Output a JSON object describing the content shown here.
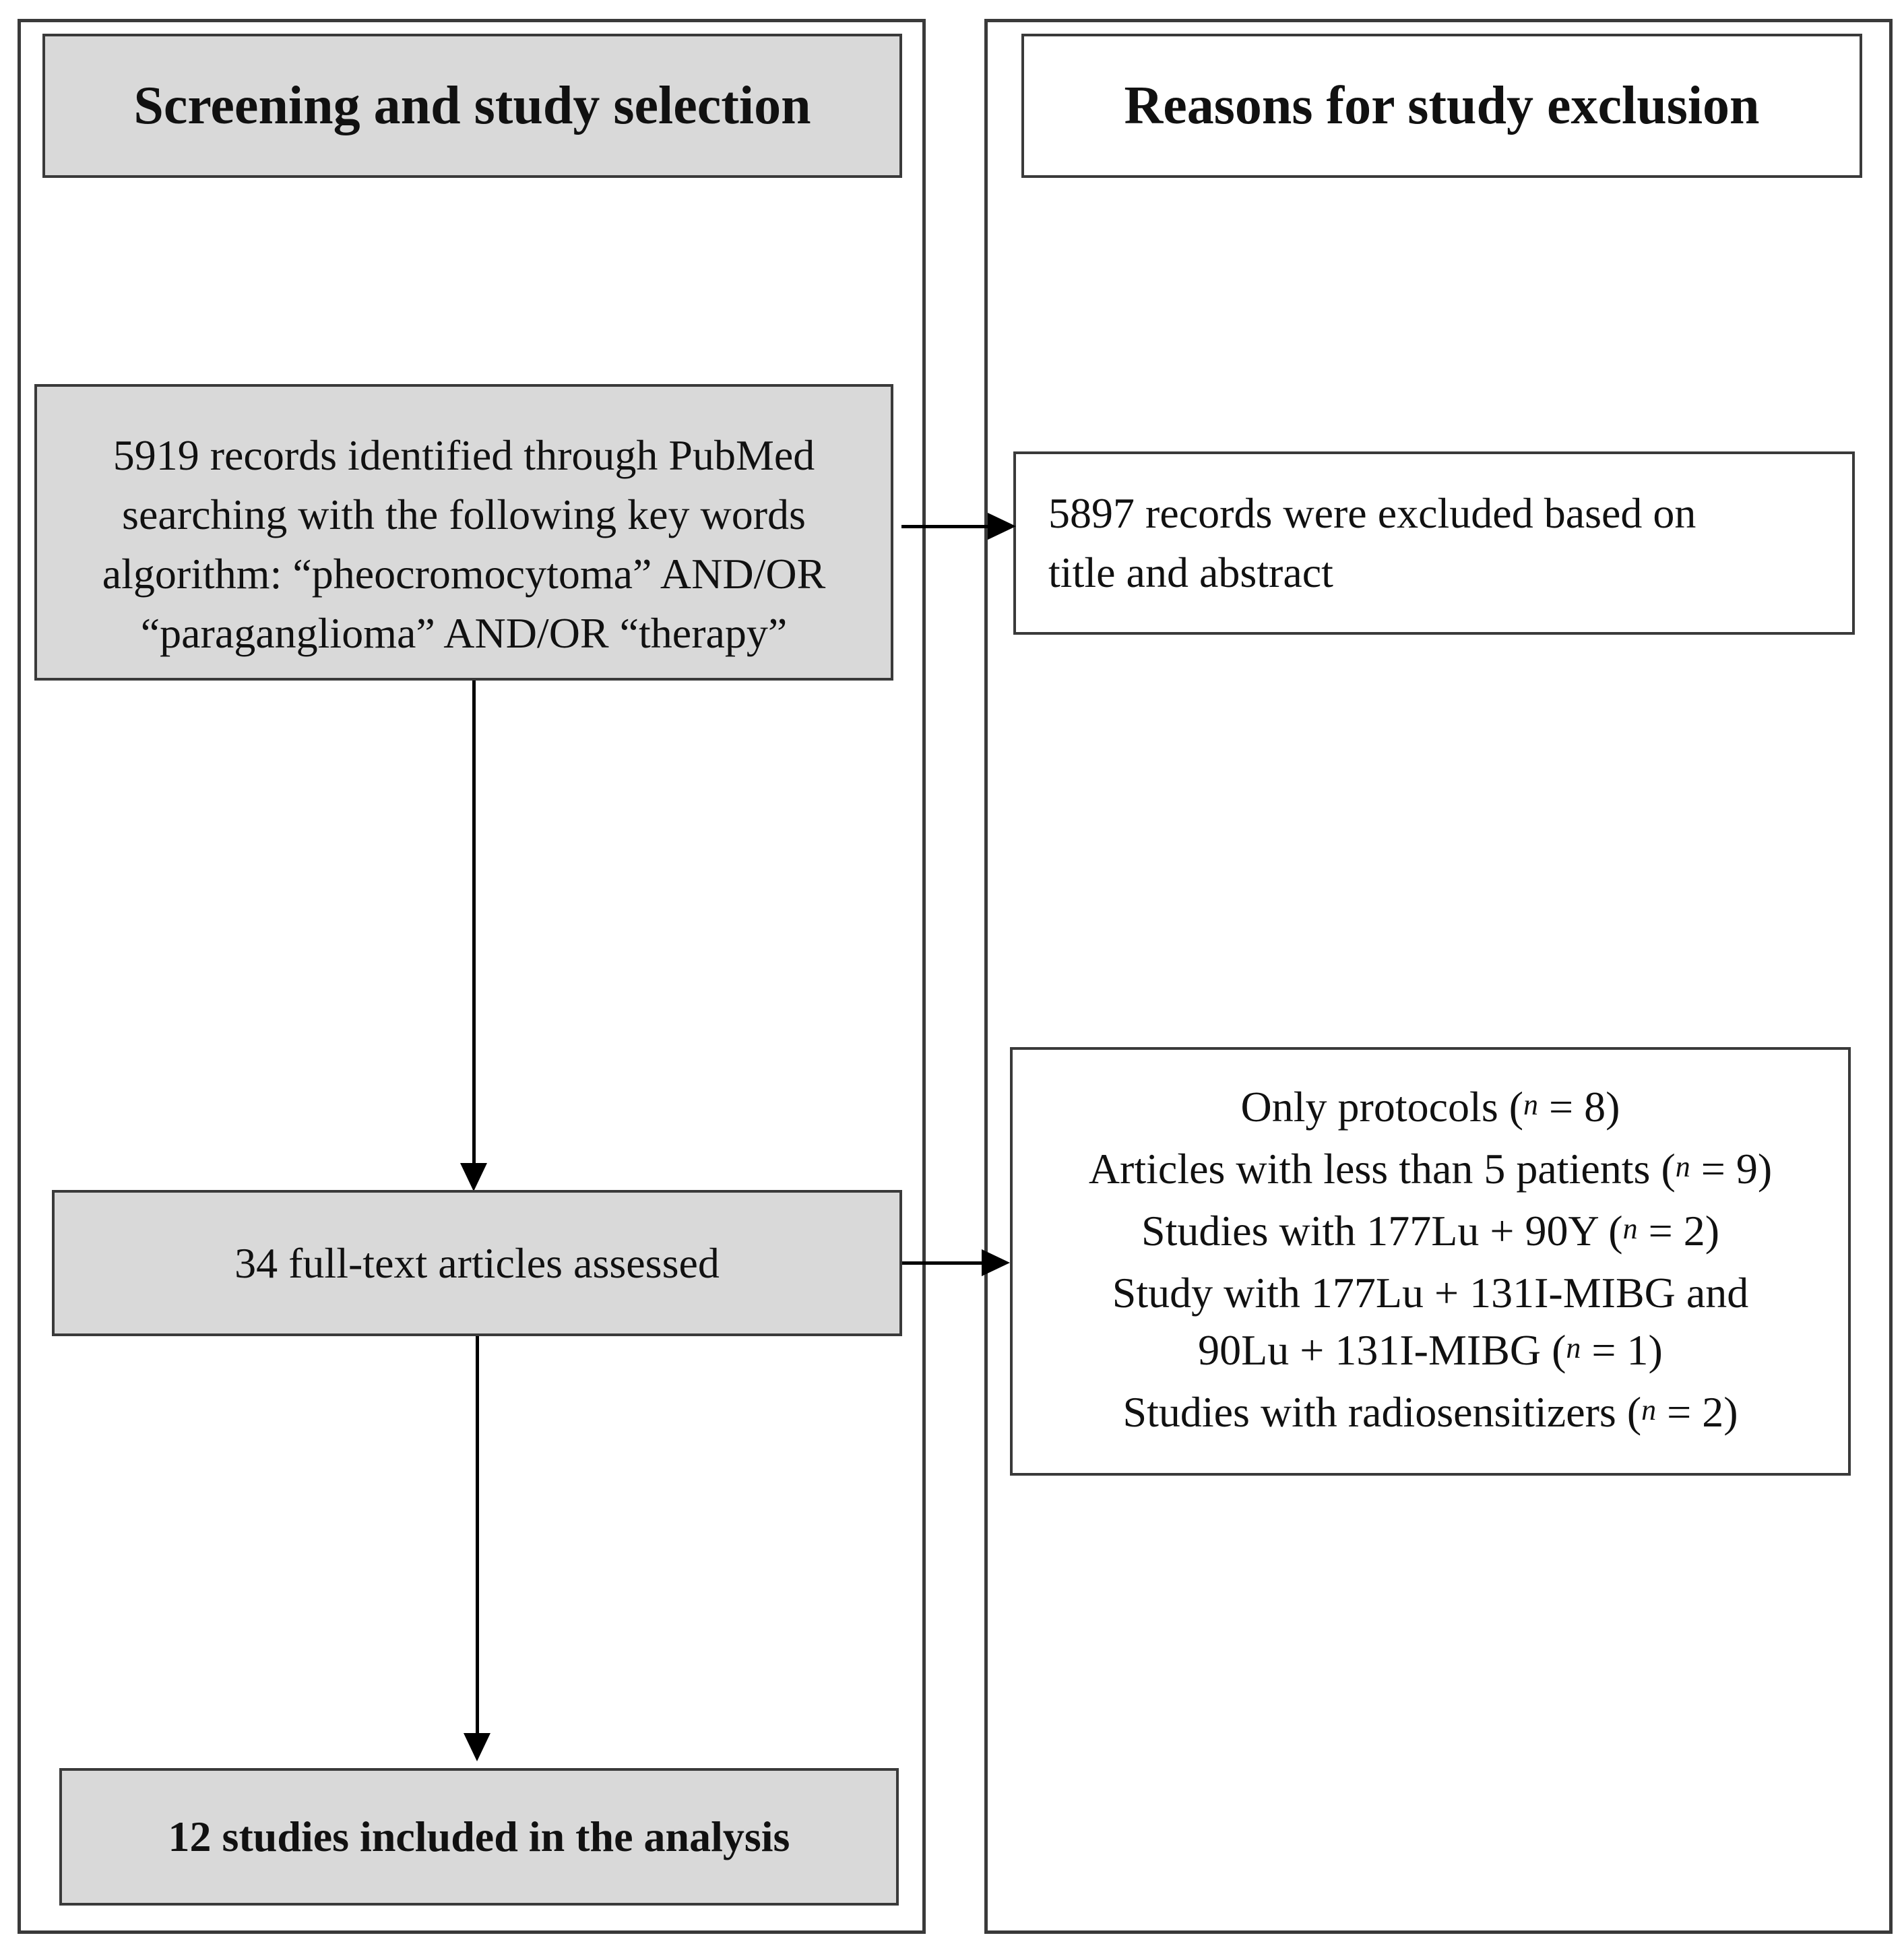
{
  "left_column": {
    "header": "Screening and study selection",
    "identified": {
      "lines": [
        "5919 records identified through PubMed",
        "searching with the following key words",
        "algorithm: “pheocromocytoma” AND/OR",
        "“paraganglioma” AND/OR “therapy”"
      ]
    },
    "assessed": "34 full-text articles assessed",
    "included": "12 studies included in the analysis"
  },
  "right_column": {
    "header": "Reasons for study exclusion",
    "excluded_title_abstract": {
      "lines": [
        "5897 records were excluded based on",
        "title and abstract"
      ]
    },
    "exclusion_reasons": [
      {
        "text": "Only protocols (",
        "n": "n",
        "rest": " = 8)"
      },
      {
        "text": "Articles with less than 5 patients (",
        "n": "n",
        "rest": " = 9)"
      },
      {
        "text": "Studies with 177Lu + 90Y (",
        "n": "n",
        "rest": " = 2)"
      },
      {
        "text": "Study with 177Lu + 131I-MIBG and",
        "n": "",
        "rest": ""
      },
      {
        "text": "90Lu + 131I-MIBG (",
        "n": "n",
        "rest": " = 1)"
      },
      {
        "text": "Studies with radiosensitizers (",
        "n": "n",
        "rest": " = 2)"
      }
    ]
  },
  "colors": {
    "box_fill": "#d9d9d9",
    "border": "#3a3a3a",
    "arrow": "#000000"
  }
}
